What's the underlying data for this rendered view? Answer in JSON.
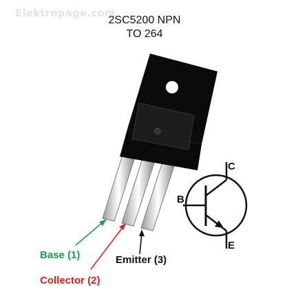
{
  "watermark": "Elektropage.com",
  "title": {
    "line1": "2SC5200 NPN",
    "line2": "TO 264"
  },
  "pins": {
    "base": "Base (1)",
    "collector": "Collector (2)",
    "emitter": "Emitter (3)"
  },
  "symbol": {
    "collector": "C",
    "base": "B",
    "emitter": "E"
  },
  "colors": {
    "base_arrow": "#17a04a",
    "collector_arrow": "#e0201a",
    "emitter_arrow": "#111111",
    "body": "#0b0b0b"
  }
}
